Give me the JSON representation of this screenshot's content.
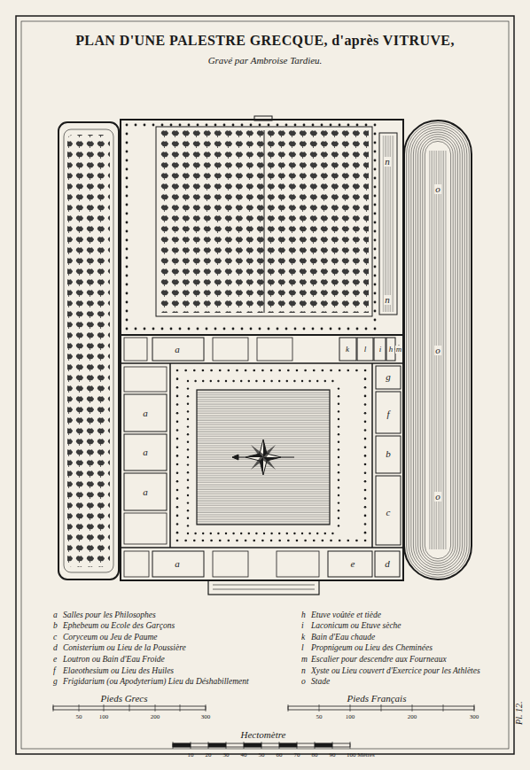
{
  "diagram": {
    "title": "PLAN D'UNE PALESTRE GRECQUE, d'après VITRUVE,",
    "labels": [
      "Gravé par Ambroise Tardieu.",
      "n",
      "o",
      "n",
      "a",
      "k",
      "l",
      "i",
      "h",
      "m",
      "o",
      "g",
      "f",
      "a",
      "a",
      "b",
      "a",
      "o",
      "c",
      "a",
      "e",
      "d",
      "a",
      "b",
      "c",
      "d",
      "e",
      "f",
      "g",
      "h",
      "i",
      "k",
      "l",
      "m",
      "n",
      "o",
      "Pieds Grecs",
      "50",
      "100",
      "200",
      "300",
      "Pieds Français",
      "50",
      "100",
      "200",
      "300",
      "Hectomètre",
      "10",
      "20",
      "30",
      "40",
      "50",
      "60",
      "70",
      "80",
      "90",
      "100 Mètres",
      "Pl. 12."
    ],
    "legend": [
      {
        "text": "Salles pour les Philosophes"
      },
      {
        "text": "Ephebeum ou Ecole des Garçons"
      },
      {
        "text": "Coryceum ou Jeu de Paume"
      },
      {
        "text": "Conisterium ou Lieu de la Poussière"
      },
      {
        "text": "Loutron ou Bain d'Eau Froide"
      },
      {
        "text": "Elaeothesium ou Lieu des Huiles"
      },
      {
        "text": "Frigidarium (ou Apodyterium) Lieu du Déshabillement"
      },
      {
        "text": "Etuve voûtée et tiède"
      },
      {
        "text": "Laconicum ou Etuve sèche"
      },
      {
        "text": "Bain d'Eau chaude"
      },
      {
        "text": "Propnigeum ou Lieu des Cheminées"
      },
      {
        "text": "Escalier pour descendre aux Fourneaux"
      },
      {
        "text": "Xyste ou Lieu couvert d'Exercice pour les Athlètes"
      },
      {
        "text": "Stade"
      }
    ]
  }
}
